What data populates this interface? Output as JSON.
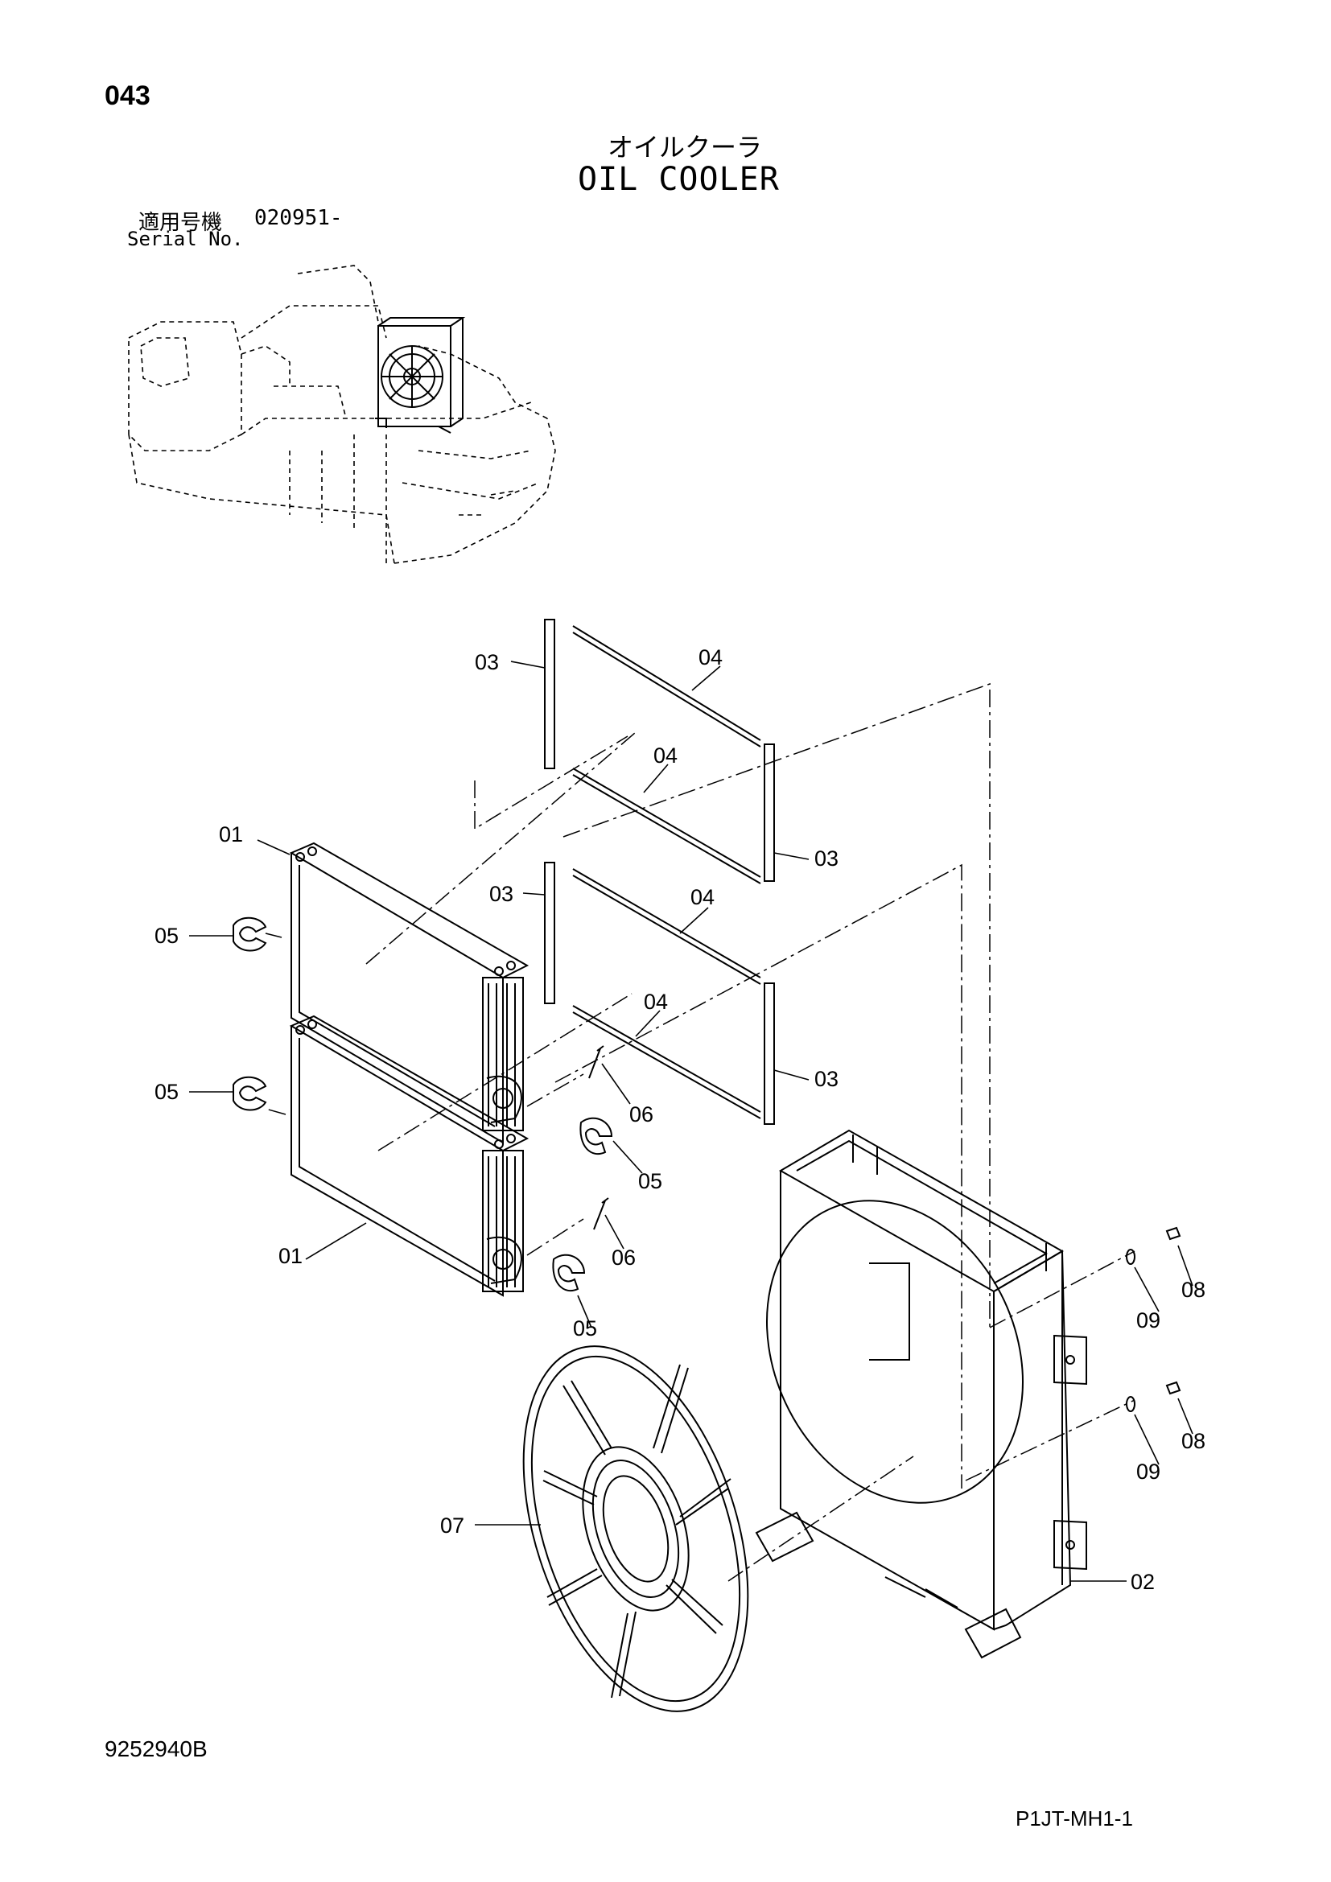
{
  "page_number": "043",
  "title": {
    "japanese": "オイルクーラ",
    "english": "OIL COOLER"
  },
  "serial": {
    "label_jp": "適用号機",
    "value": "020951-",
    "label_en": "Serial No."
  },
  "callouts": [
    {
      "id": "c1",
      "text": "03"
    },
    {
      "id": "c2",
      "text": "04"
    },
    {
      "id": "c3",
      "text": "04"
    },
    {
      "id": "c4",
      "text": "01"
    },
    {
      "id": "c5",
      "text": "03"
    },
    {
      "id": "c6",
      "text": "03"
    },
    {
      "id": "c7",
      "text": "04"
    },
    {
      "id": "c8",
      "text": "05"
    },
    {
      "id": "c9",
      "text": "04"
    },
    {
      "id": "c10",
      "text": "05"
    },
    {
      "id": "c11",
      "text": "06"
    },
    {
      "id": "c12",
      "text": "03"
    },
    {
      "id": "c13",
      "text": "05"
    },
    {
      "id": "c14",
      "text": "01"
    },
    {
      "id": "c15",
      "text": "06"
    },
    {
      "id": "c16",
      "text": "05"
    },
    {
      "id": "c17",
      "text": "08"
    },
    {
      "id": "c18",
      "text": "09"
    },
    {
      "id": "c19",
      "text": "08"
    },
    {
      "id": "c20",
      "text": "09"
    },
    {
      "id": "c21",
      "text": "07"
    },
    {
      "id": "c22",
      "text": "02"
    }
  ],
  "footer": {
    "document_code": "9252940B",
    "page_code": "P1JT-MH1-1"
  },
  "colors": {
    "line": "#000000",
    "background": "#ffffff"
  }
}
